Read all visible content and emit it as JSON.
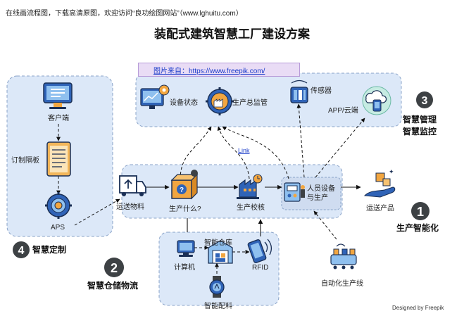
{
  "header": {
    "top_note": "在线画流程图，下载高清原图，欢迎访问“良功绘图网站”（www.lghuitu.com）",
    "title": "装配式建筑智慧工厂建设方案"
  },
  "source_link": "图片来自：https://www.freepik.com/",
  "link_label": "Link",
  "nodes": {
    "client": "客户端",
    "custom_panel": "订制隔板",
    "aps": "APS",
    "transport_material": "运送物料",
    "what_to_produce": "生产什么?",
    "production_check": "生产校核",
    "people_equipment": "人员设备\n与生产",
    "deliver_product": "运送产品",
    "device_status": "设备状态",
    "production_supervision": "生产总监管",
    "sensor": "传感器",
    "app_cloud": "APP/云端",
    "computer": "计算机",
    "smart_warehouse": "智能仓库",
    "rfid": "RFID",
    "smart_material": "智能配料",
    "auto_line": "自动化生产线"
  },
  "badges": [
    {
      "number": "1",
      "label": "生产智能化"
    },
    {
      "number": "2",
      "label": "智慧仓储物流"
    },
    {
      "number": "3",
      "label": "智慧管理\n智慧监控"
    },
    {
      "number": "4",
      "label": "智慧定制"
    }
  ],
  "footer_credit": "Designed by Freepik",
  "colors": {
    "panel_fill": "#dce8f8",
    "panel_border": "#8aa3c8",
    "accent_blue": "#2f63b7",
    "accent_orange": "#f2a640",
    "badge": "#3d4144",
    "link_box": "#e9dcf5"
  },
  "icons": {
    "client": "monitor-icon",
    "custom_panel": "panel-board-icon",
    "aps": "gear-globe-icon",
    "transport_material": "truck-icon",
    "what_to_produce": "box-question-icon",
    "production_check": "factory-icon",
    "people_equipment": "worker-machine-icon",
    "deliver_product": "hand-boxes-icon",
    "device_status": "dashboard-gear-icon",
    "production_supervision": "factory-gear-icon",
    "sensor": "sensor-icon",
    "app_cloud": "cloud-phone-icon",
    "computer": "computer-icon",
    "smart_warehouse": "warehouse-icon",
    "rfid": "rfid-phone-icon",
    "smart_material": "smartwatch-icon",
    "auto_line": "assembly-line-icon"
  }
}
